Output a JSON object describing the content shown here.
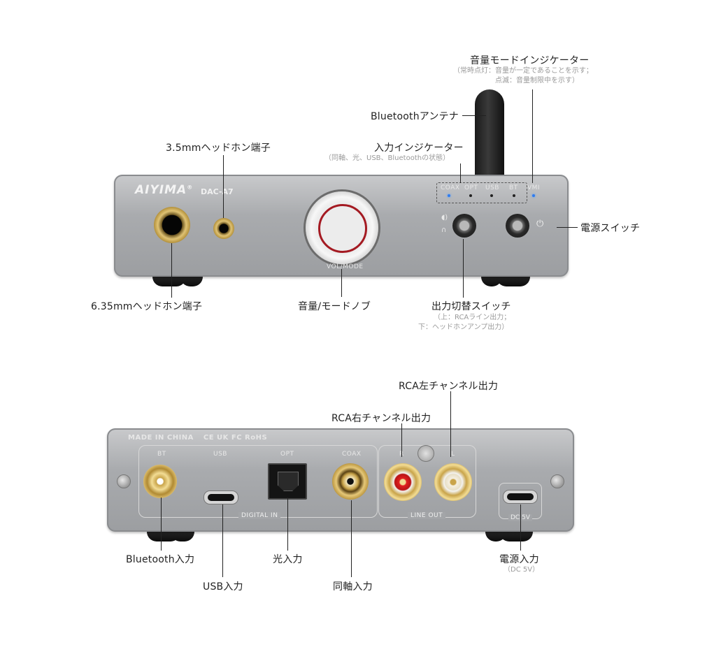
{
  "front": {
    "brand": "AIYIMA",
    "registered": "®",
    "model": "DAC-A7",
    "knob_label": "VOL/MODE",
    "indicators": [
      "COAX",
      "OPT",
      "USB",
      "BT"
    ],
    "vmi_label": "VMI",
    "callouts": {
      "volume_mode_indicator": "音量モードインジケーター",
      "volume_mode_indicator_sub1": "（常時点灯：音量が一定であることを示す；",
      "volume_mode_indicator_sub2": "点滅：音量制限中を示す）",
      "bt_antenna": "Bluetoothアンテナ",
      "input_indicator": "入力インジケーター",
      "input_indicator_sub": "（同軸、光、USB、Bluetoothの状態）",
      "jack_35": "3.5mmヘッドホン端子",
      "power_switch": "電源スイッチ",
      "jack_635": "6.35mmヘッドホン端子",
      "knob": "音量/モードノブ",
      "output_switch": "出力切替スイッチ",
      "output_switch_sub1": "（上：RCAライン出力；",
      "output_switch_sub2": "下：ヘッドホンアンプ出力）"
    }
  },
  "back": {
    "made_in": "MADE IN CHINA",
    "certs": "CE UK FC RoHS",
    "port_labels": [
      "BT",
      "USB",
      "OPT",
      "COAX"
    ],
    "rca_r": "R",
    "rca_l": "L",
    "digital_in": "DIGITAL IN",
    "line_out": "LINE OUT",
    "dc_label": "DC 5V",
    "callouts": {
      "rca_left": "RCA左チャンネル出力",
      "rca_right": "RCA右チャンネル出力",
      "bt_input": "Bluetooth入力",
      "optical_input": "光入力",
      "power_input": "電源入力",
      "power_input_sub": "（DC 5V）",
      "usb_input": "USB入力",
      "coax_input": "同軸入力"
    }
  },
  "colors": {
    "indicator_on": "#2f7cf0",
    "rca_right": "#e02020",
    "gold": "#d9b65a"
  }
}
